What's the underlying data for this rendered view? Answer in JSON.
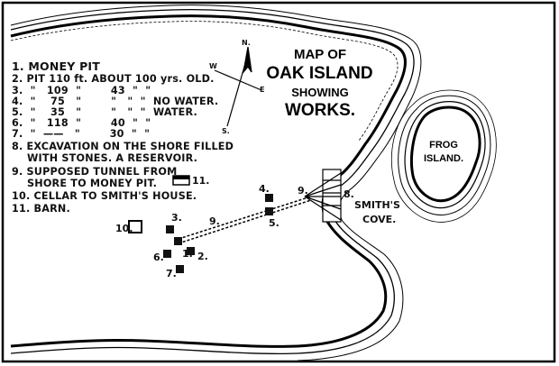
{
  "title": {
    "line1": "MAP OF",
    "line2": "OAK ISLAND",
    "line3": "SHOWING",
    "line4": "WORKS."
  },
  "compass": {
    "n": "N.",
    "s": "S.",
    "w": "W",
    "e": "E"
  },
  "frog_island": {
    "line1": "FROG",
    "line2": "ISLAND."
  },
  "smiths_cove": {
    "line1": "SMITH'S",
    "line2": "COVE."
  },
  "legend": {
    "l1": "1. MONEY PIT",
    "l2": "2. PIT 110 ft. ABOUT 100 yrs. OLD.",
    "l3": "3.  \"   109  \"        43  \"  \"",
    "l4": "4.  \"    75   \"        \"   \"  \"  NO WATER.",
    "l5": "5.  \"    35   \"        \"   \"  \"  WATER.",
    "l6": "6.  \"   118  \"        40  \"  \"",
    "l7": "7.  \"  ——   \"        30  \"  \"",
    "l8a": "8. EXCAVATION ON THE SHORE FILLED",
    "l8b": "WITH STONES.  A RESERVOIR.",
    "l9a": "9. SUPPOSED TUNNEL FROM",
    "l9b": "SHORE TO MONEY PIT.",
    "l10": "10. CELLAR TO SMITH'S HOUSE.",
    "l11": "11. BARN."
  },
  "markers": {
    "m1": "1.",
    "m2": "2.",
    "m3": "3.",
    "m4": "4.",
    "m5": "5.",
    "m6": "6.",
    "m7": "7.",
    "m8": "8.",
    "m9a": "9.",
    "m9b": "9.",
    "m10": "10.",
    "m11": "11."
  }
}
